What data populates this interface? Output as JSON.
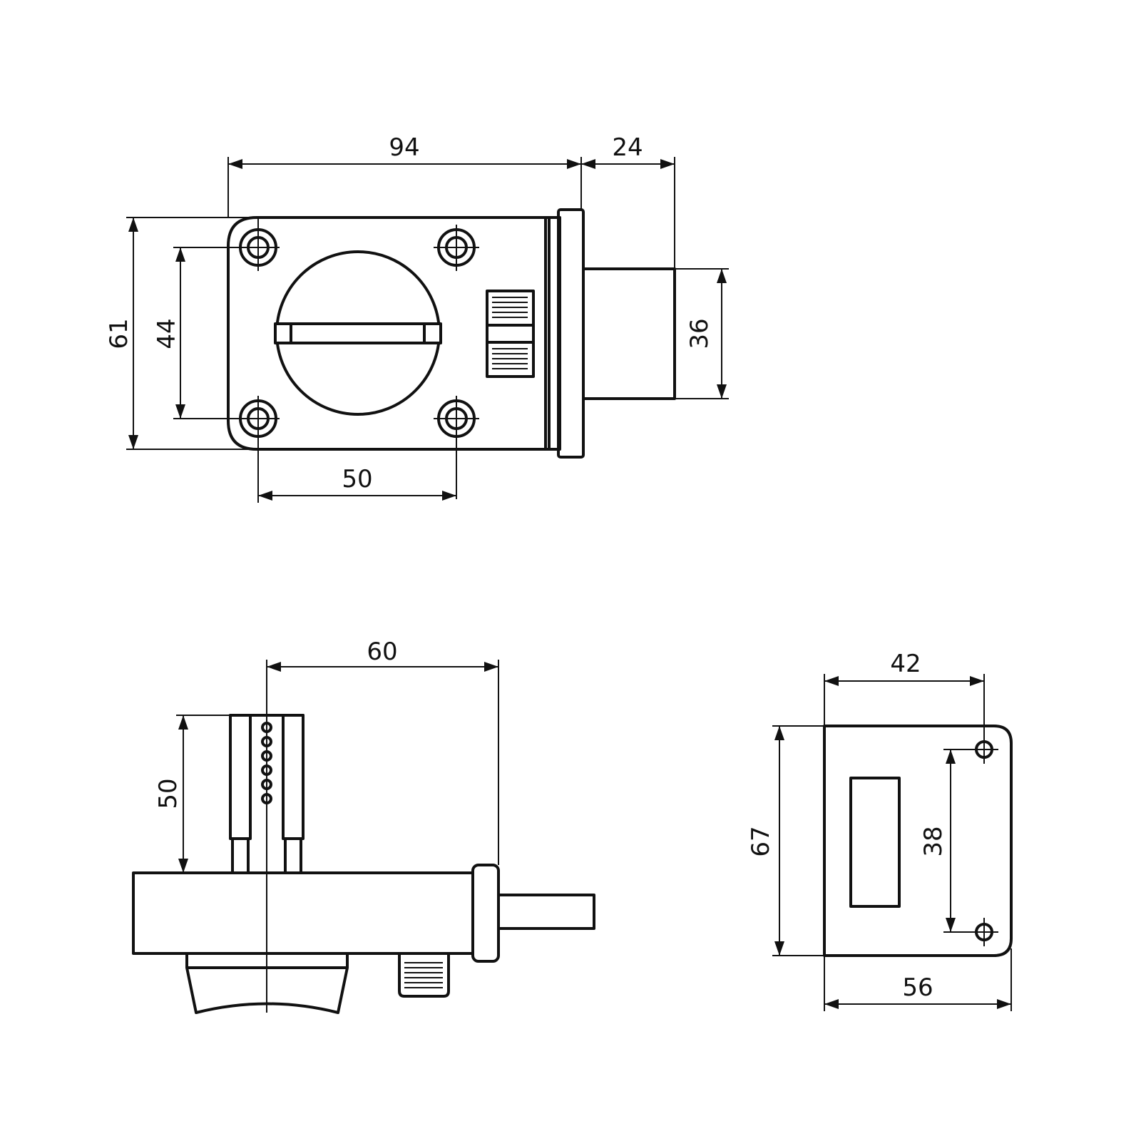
{
  "views": {
    "front": {
      "dimensions": {
        "overall_width": "94",
        "bolt_projection": "24",
        "overall_height": "61",
        "hole_spacing_vertical": "44",
        "hole_spacing_horizontal": "50",
        "bolt_height": "36"
      }
    },
    "side": {
      "dimensions": {
        "length": "60",
        "spindle_length": "50"
      }
    },
    "strike_plate": {
      "dimensions": {
        "width_top": "42",
        "height": "67",
        "hole_spacing": "38",
        "width_bottom": "56"
      }
    }
  },
  "colors": {
    "line": "#111111",
    "background": "#ffffff"
  }
}
